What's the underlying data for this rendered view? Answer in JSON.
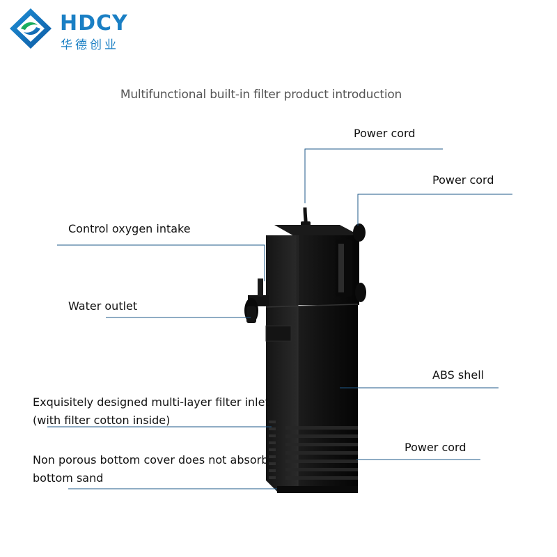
{
  "brand": {
    "name": "HDCY",
    "subtitle": "华德创业",
    "color": "#1a7fc4"
  },
  "title": "Multifunctional built-in filter product introduction",
  "labels": {
    "top_cord": "Power cord",
    "right_cord": "Power cord",
    "oxygen": "Control oxygen intake",
    "outlet": "Water outlet",
    "shell": "ABS shell",
    "inlet_line1": "Exquisitely designed multi-layer filter inlet",
    "inlet_line2": "(with filter cotton inside)",
    "lower_cord": "Power cord",
    "bottom_line1": "Non porous bottom cover does not absorb",
    "bottom_line2": "bottom sand"
  },
  "colors": {
    "line": "#1f5a8a",
    "device": "#0f0f0f"
  }
}
